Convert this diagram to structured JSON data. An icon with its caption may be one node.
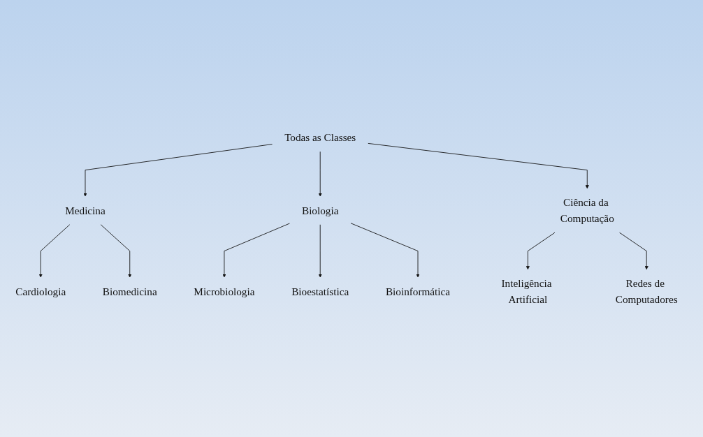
{
  "diagram": {
    "nodes": [
      {
        "text": [
          "Todas as Classes"
        ]
      },
      {
        "text": [
          "Medicina"
        ]
      },
      {
        "text": [
          "Biologia"
        ]
      },
      {
        "text": [
          "Ciência da Computação"
        ]
      },
      {
        "text": [
          "Cardiologia"
        ]
      },
      {
        "text": [
          "Biomedicina"
        ]
      },
      {
        "text": [
          "Microbiologia"
        ]
      },
      {
        "text": [
          "Bioestatística"
        ]
      },
      {
        "text": [
          "Bioinformática"
        ]
      },
      {
        "text": [
          "Inteligência Artificial"
        ]
      },
      {
        "text": [
          "Redes de Computadores"
        ]
      }
    ],
    "edges": [
      {
        "from": 0,
        "to": 1,
        "arrow": "to"
      },
      {
        "from": 0,
        "to": 2,
        "arrow": "to"
      },
      {
        "from": 0,
        "to": 3,
        "arrow": "to"
      },
      {
        "from": 1,
        "to": 4,
        "arrow": "to"
      },
      {
        "from": 1,
        "to": 5,
        "arrow": "to"
      },
      {
        "from": 2,
        "to": 6,
        "arrow": "to"
      },
      {
        "from": 2,
        "to": 7,
        "arrow": "to"
      },
      {
        "from": 2,
        "to": 8,
        "arrow": "to"
      },
      {
        "from": 3,
        "to": 9,
        "arrow": "to"
      },
      {
        "from": 3,
        "to": 10,
        "arrow": "to"
      }
    ]
  }
}
